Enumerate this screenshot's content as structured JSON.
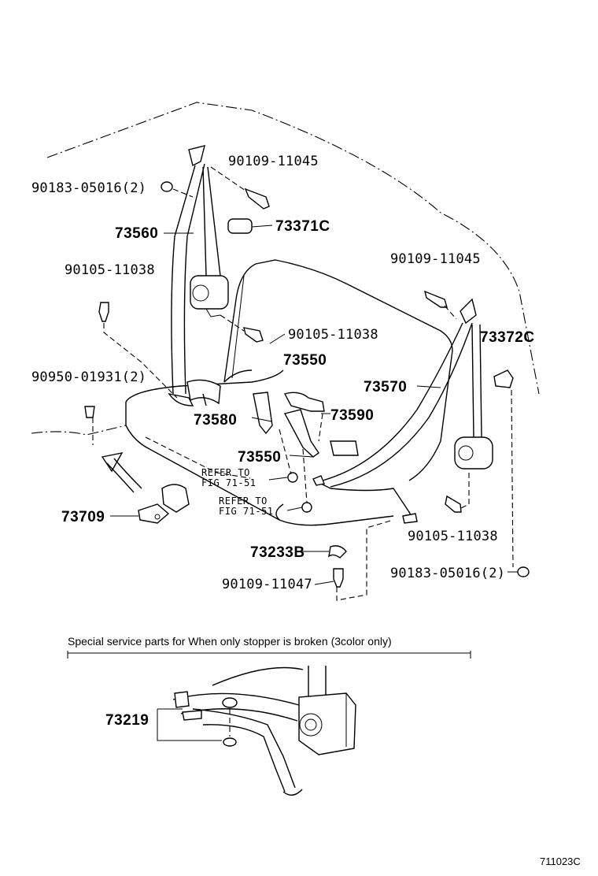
{
  "labels": {
    "p_90109_11045_a": "90109-11045",
    "p_90183_05016_a": "90183-05016(2)",
    "p_73560": "73560",
    "p_73371c": "73371C",
    "p_90105_11038_a": "90105-11038",
    "p_90109_11045_b": "90109-11045",
    "p_90105_11038_b": "90105-11038",
    "p_73372c": "73372C",
    "p_73550_a": "73550",
    "p_73570": "73570",
    "p_90950_01931": "90950-01931(2)",
    "p_73580": "73580",
    "p_73590": "73590",
    "p_73550_b": "73550",
    "p_73709": "73709",
    "p_90105_11038_c": "90105-11038",
    "p_73233b": "73233B",
    "p_90183_05016_b": "90183-05016(2)",
    "p_90109_11047": "90109-11047",
    "p_73219": "73219"
  },
  "refs": {
    "ref1_line1": "REFER TO",
    "ref1_line2": "FIG 71-51",
    "ref2_line1": "REFER TO",
    "ref2_line2": "FIG 71-51"
  },
  "note": "Special service parts for When only stopper is broken (3color only)",
  "figure_id": "711023C"
}
